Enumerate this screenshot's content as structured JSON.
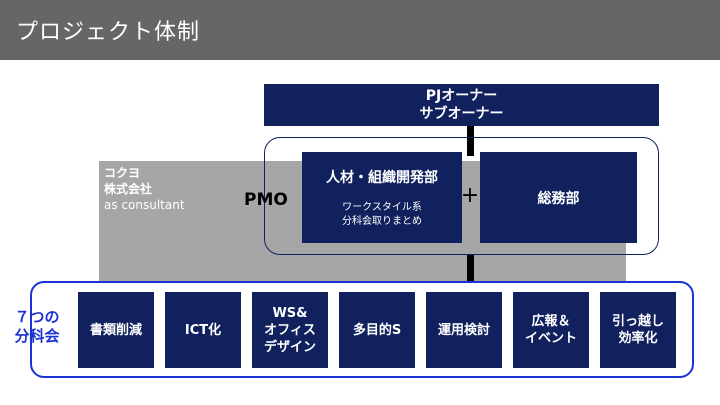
{
  "title": "プロジェクト体制",
  "owner": {
    "line1": "PJオーナー",
    "line2": "サブオーナー"
  },
  "consultant": {
    "line1": "コクヨ",
    "line2": "株式会社",
    "line3": "as consultant"
  },
  "pmo": {
    "label": "PMO",
    "hr": {
      "title": "人材・組織開発部",
      "sub1": "ワークスタイル系",
      "sub2": "分科会取りまとめ"
    },
    "plus": "+",
    "ga": "総務部"
  },
  "bunkakai": {
    "label_line1": "７つの",
    "label_line2": "分科会",
    "items": [
      {
        "label": "書類削減"
      },
      {
        "label": "ICT化"
      },
      {
        "label": "WS&\nオフィス\nデザイン"
      },
      {
        "label": "多目的S"
      },
      {
        "label": "運用検討"
      },
      {
        "label": "広報＆\nイベント"
      },
      {
        "label": "引っ越し\n効率化"
      }
    ]
  },
  "colors": {
    "navy": "#10215e",
    "blue": "#1a32d6",
    "gray": "#a6a6a6",
    "titlebar": "#666666"
  }
}
